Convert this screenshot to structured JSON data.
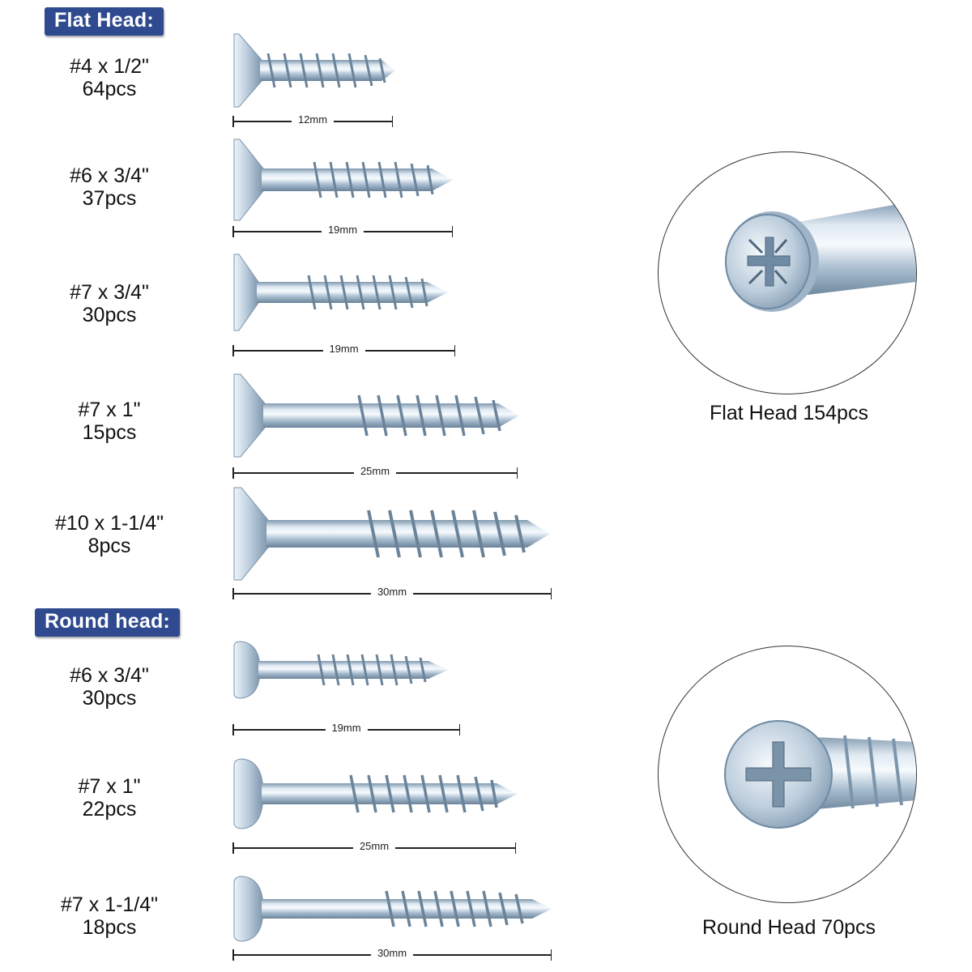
{
  "flat_section": {
    "badge": "Flat Head:",
    "items": [
      {
        "size": "#4 x 1/2\"",
        "count": "64pcs",
        "measure": "12mm"
      },
      {
        "size": "#6 x 3/4\"",
        "count": "37pcs",
        "measure": "19mm"
      },
      {
        "size": "#7 x 3/4\"",
        "count": "30pcs",
        "measure": "19mm"
      },
      {
        "size": "#7 x 1\"",
        "count": "15pcs",
        "measure": "25mm"
      },
      {
        "size": "#10 x 1-1/4\"",
        "count": "8pcs",
        "measure": "30mm"
      }
    ],
    "caption": "Flat Head 154pcs"
  },
  "round_section": {
    "badge": "Round head:",
    "items": [
      {
        "size": "#6 x 3/4\"",
        "count": "30pcs",
        "measure": "19mm"
      },
      {
        "size": "#7 x 1\"",
        "count": "22pcs",
        "measure": "25mm"
      },
      {
        "size": "#7 x 1-1/4\"",
        "count": "18pcs",
        "measure": "30mm"
      }
    ],
    "caption": "Round Head 70pcs"
  },
  "colors": {
    "badge": "#2f4a8f",
    "steel_light": "#e6eff7",
    "steel_mid": "#a9bfd3",
    "steel_dark": "#6f8aa3"
  }
}
